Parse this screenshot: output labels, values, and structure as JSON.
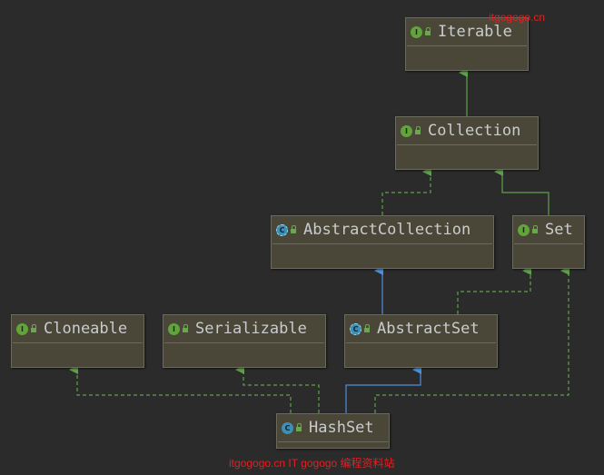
{
  "nodes": {
    "iterable": {
      "label": "Iterable",
      "kind": "interface"
    },
    "collection": {
      "label": "Collection",
      "kind": "interface"
    },
    "abstract_collection": {
      "label": "AbstractCollection",
      "kind": "abstract-class"
    },
    "set": {
      "label": "Set",
      "kind": "interface"
    },
    "cloneable": {
      "label": "Cloneable",
      "kind": "interface"
    },
    "serializable": {
      "label": "Serializable",
      "kind": "interface"
    },
    "abstract_set": {
      "label": "AbstractSet",
      "kind": "abstract-class"
    },
    "hash_set": {
      "label": "HashSet",
      "kind": "class"
    }
  },
  "badges": {
    "interface": "I",
    "class": "C"
  },
  "colors": {
    "background": "#2b2b2b",
    "node_fill": "#4a4738",
    "node_border": "#6b6a5f",
    "implements_edge": "#5fa14a",
    "extends_class_edge": "#4b8fe0",
    "watermark": "#e51f1f"
  },
  "edges": [
    {
      "from": "collection",
      "to": "iterable",
      "relation": "extends-interface"
    },
    {
      "from": "abstract_collection",
      "to": "collection",
      "relation": "implements"
    },
    {
      "from": "set",
      "to": "collection",
      "relation": "extends-interface"
    },
    {
      "from": "abstract_set",
      "to": "abstract_collection",
      "relation": "extends-class"
    },
    {
      "from": "abstract_set",
      "to": "set",
      "relation": "implements"
    },
    {
      "from": "hash_set",
      "to": "abstract_set",
      "relation": "extends-class"
    },
    {
      "from": "hash_set",
      "to": "cloneable",
      "relation": "implements"
    },
    {
      "from": "hash_set",
      "to": "serializable",
      "relation": "implements"
    },
    {
      "from": "hash_set",
      "to": "set",
      "relation": "implements"
    }
  ],
  "watermarks": {
    "top": "itgogogo.cn",
    "bottom": "itgogogo.cn IT gogogo 编程资料站"
  }
}
